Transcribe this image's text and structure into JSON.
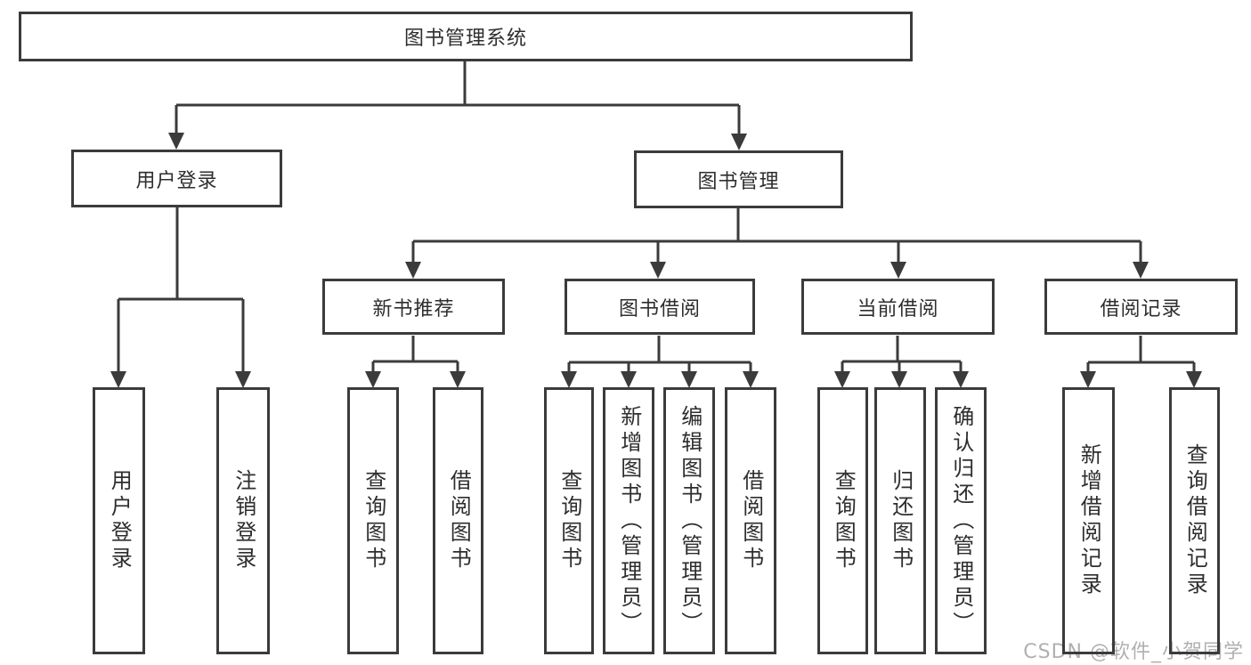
{
  "diagram": {
    "root": {
      "label": "图书管理系统"
    },
    "level2": [
      {
        "label": "用户登录"
      },
      {
        "label": "图书管理"
      }
    ],
    "level3": [
      {
        "label": "新书推荐",
        "parent": "图书管理"
      },
      {
        "label": "图书借阅",
        "parent": "图书管理"
      },
      {
        "label": "当前借阅",
        "parent": "图书管理"
      },
      {
        "label": "借阅记录",
        "parent": "图书管理"
      }
    ],
    "leaves": [
      {
        "label": "用户登录",
        "parent": "用户登录"
      },
      {
        "label": "注销登录",
        "parent": "用户登录"
      },
      {
        "label": "查询图书",
        "parent": "新书推荐"
      },
      {
        "label": "借阅图书",
        "parent": "新书推荐"
      },
      {
        "label": "查询图书",
        "parent": "图书借阅"
      },
      {
        "label": "新增图书（管理员）",
        "parent": "图书借阅"
      },
      {
        "label": "编辑图书（管理员）",
        "parent": "图书借阅"
      },
      {
        "label": "借阅图书",
        "parent": "图书借阅"
      },
      {
        "label": "查询图书",
        "parent": "当前借阅"
      },
      {
        "label": "归还图书",
        "parent": "当前借阅"
      },
      {
        "label": "确认归还（管理员）",
        "parent": "当前借阅"
      },
      {
        "label": "新增借阅记录",
        "parent": "借阅记录"
      },
      {
        "label": "查询借阅记录",
        "parent": "借阅记录"
      }
    ]
  },
  "watermark": {
    "text": "CSDN @软件_小贺同学"
  },
  "colors": {
    "line": "#3b3b3b",
    "box_border": "#3b3b3b",
    "box_fill": "#ffffff",
    "label_text": "#2e2e2e",
    "watermark": "#b0b0b0",
    "background": "#ffffff"
  }
}
